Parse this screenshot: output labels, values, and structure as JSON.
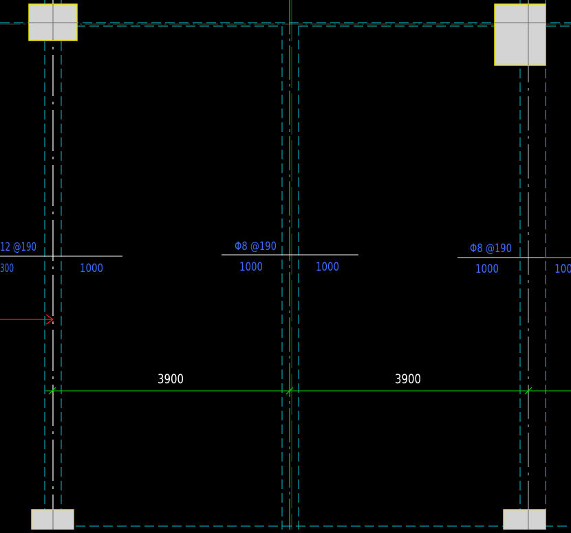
{
  "drawing": {
    "colors": {
      "background": "#000000",
      "beam_edge": "#00c8d4",
      "axis": "#00e000",
      "axis_dark": "#00a000",
      "dimension": "#00d800",
      "rebar_text": "#3a6cff",
      "rebar_line": "#ffffff",
      "column_fill": "#d4d4d4",
      "column_edge": "#e8e000",
      "arrow": "#ff2020",
      "text_white": "#ffffff"
    },
    "rebar_callouts": [
      {
        "label": "12 @190",
        "left_len": "300",
        "right_len": "1000"
      },
      {
        "label": "Φ8 @190",
        "left_len": "1000",
        "right_len": "1000"
      },
      {
        "label": "Φ8 @190",
        "left_len": "1000",
        "right_len": "100"
      }
    ],
    "dimensions": [
      {
        "value": "3900"
      },
      {
        "value": "3900"
      }
    ]
  }
}
